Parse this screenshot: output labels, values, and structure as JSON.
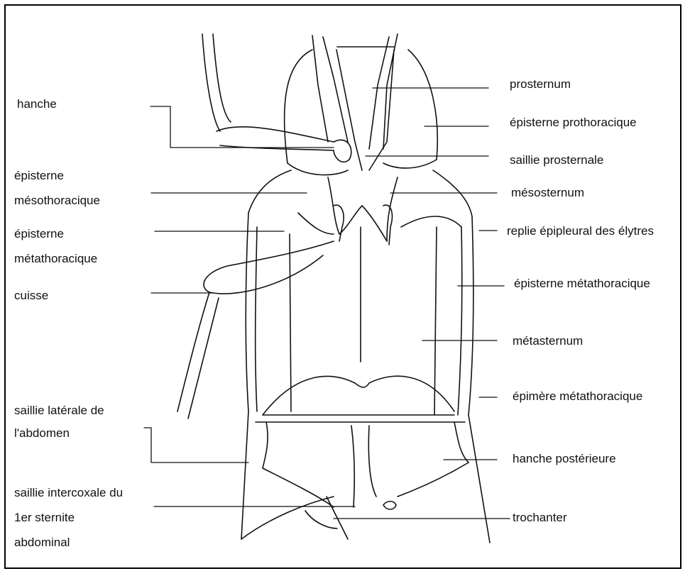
{
  "labels_left": {
    "hanche": "hanche",
    "episterne_meso_1": "épisterne",
    "episterne_meso_2": "mésothoracique",
    "episterne_meta_1": "épisterne",
    "episterne_meta_2": "métathoracique",
    "cuisse": "cuisse",
    "saillie_laterale_1": "saillie latérale de",
    "saillie_laterale_2": "l'abdomen",
    "saillie_intercoxale_1": "saillie intercoxale du",
    "saillie_intercoxale_2": "1er sternite",
    "saillie_intercoxale_3": "abdominal"
  },
  "labels_right": {
    "prosternum": "prosternum",
    "episterne_prothoracique": "épisterne prothoracique",
    "saillie_prosternale": "saillie prosternale",
    "mesosternum": "mésosternum",
    "replie_epipleural": "replie épipleural des élytres",
    "episterne_metathoracique": "épisterne métathoracique",
    "metasternum": "métasternum",
    "epimere_metathoracique": "épimère métathoracique",
    "hanche_posterieure": "hanche postérieure",
    "trochanter": "trochanter"
  },
  "colors": {
    "ink": "#111111",
    "background": "#ffffff"
  }
}
